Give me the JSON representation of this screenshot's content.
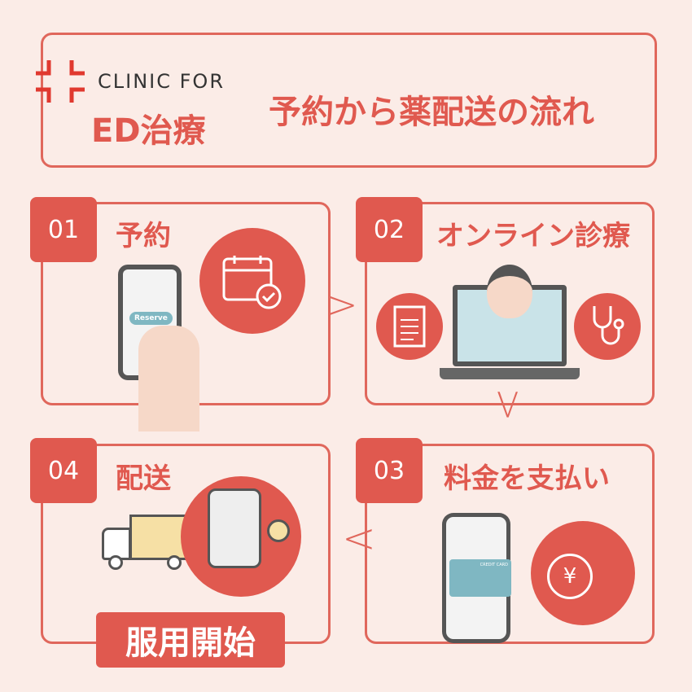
{
  "header": {
    "brand_top": "CLINIC FOR",
    "brand_bottom": "ED治療",
    "title": "予約から薬配送の流れ"
  },
  "steps": [
    {
      "number": "01",
      "label": "予約",
      "button": "Reserve"
    },
    {
      "number": "02",
      "label": "オンライン診療"
    },
    {
      "number": "03",
      "label": "料金を支払い",
      "card": "CREDIT CARD",
      "currency": "¥"
    },
    {
      "number": "04",
      "label": "配送"
    }
  ],
  "footer": {
    "start": "服用開始"
  },
  "colors": {
    "accent": "#e0594f",
    "background": "#fbece7"
  }
}
